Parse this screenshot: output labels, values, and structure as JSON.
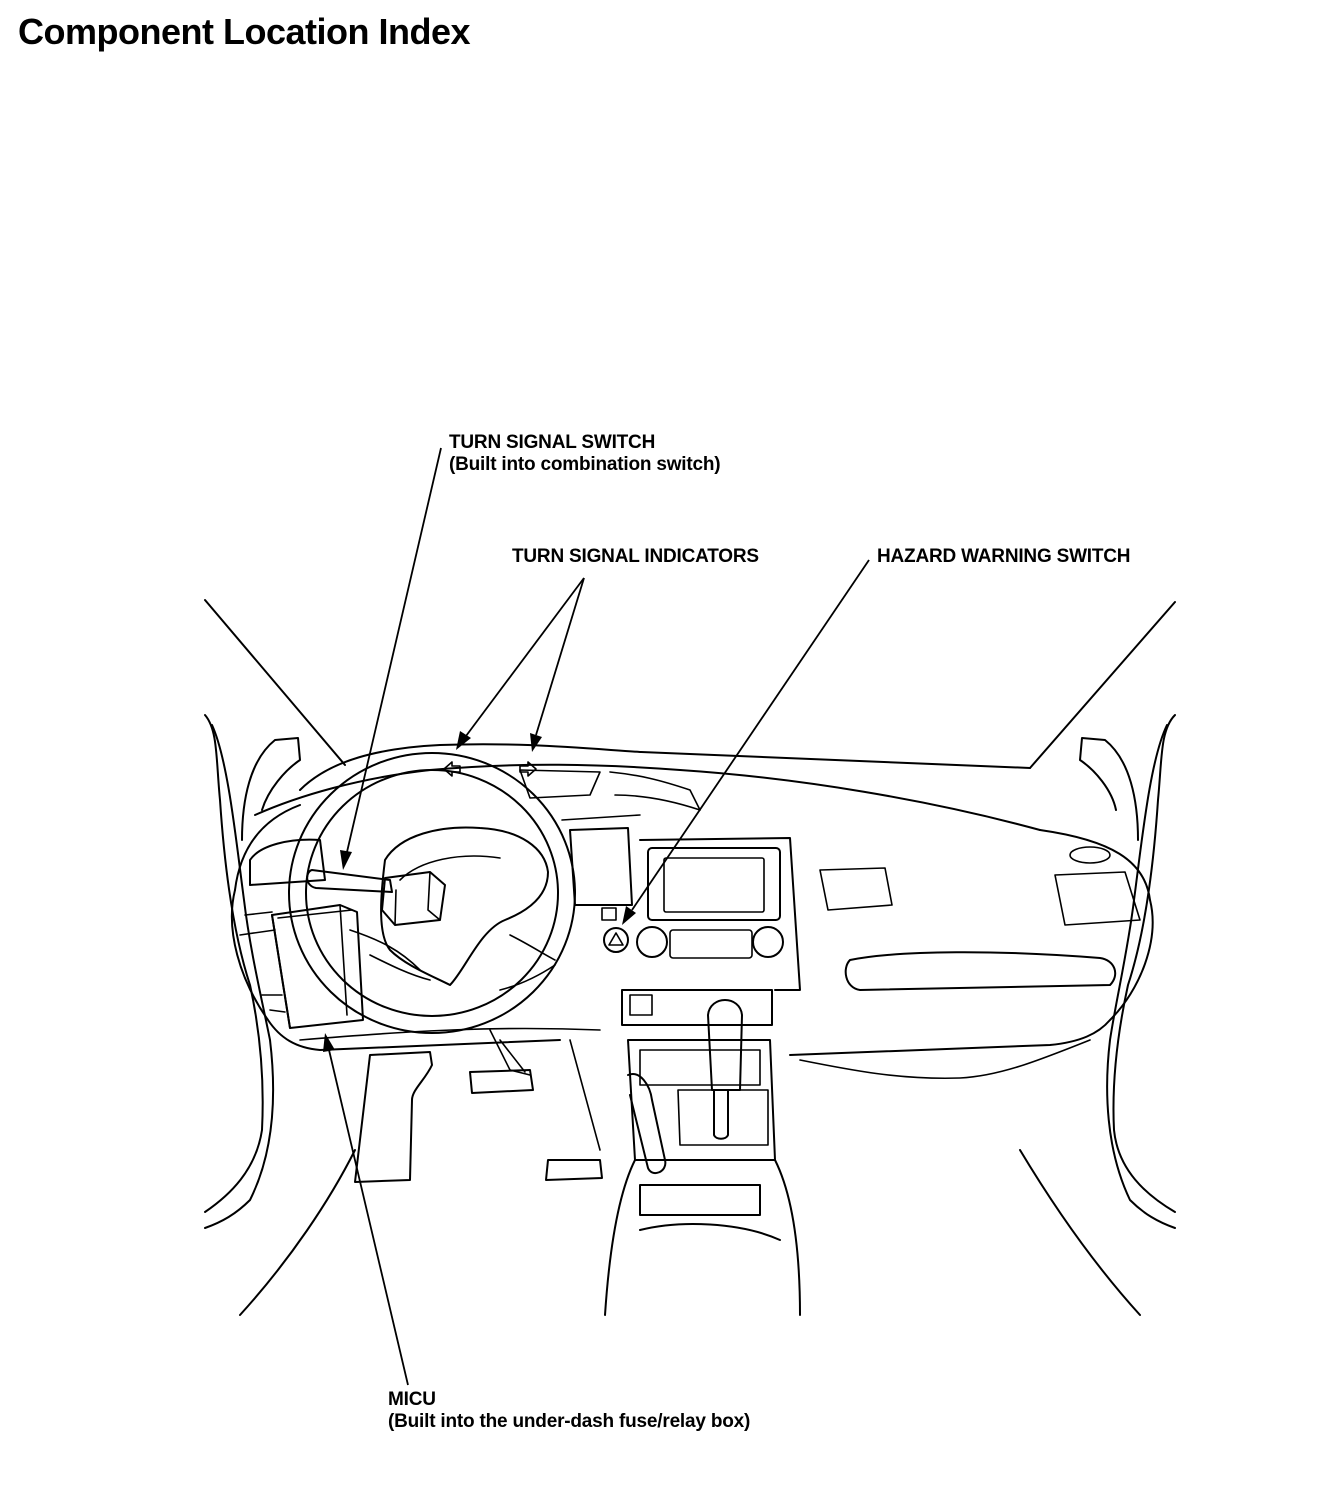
{
  "title": "Component Location Index",
  "callouts": {
    "turn_signal_switch": {
      "label": "TURN SIGNAL SWITCH",
      "note": "(Built into combination switch)"
    },
    "turn_signal_indicators": {
      "label": "TURN SIGNAL INDICATORS"
    },
    "hazard_warning_switch": {
      "label": "HAZARD WARNING SWITCH"
    },
    "micu": {
      "label": "MICU",
      "note": "(Built into the under-dash fuse/relay box)"
    }
  }
}
